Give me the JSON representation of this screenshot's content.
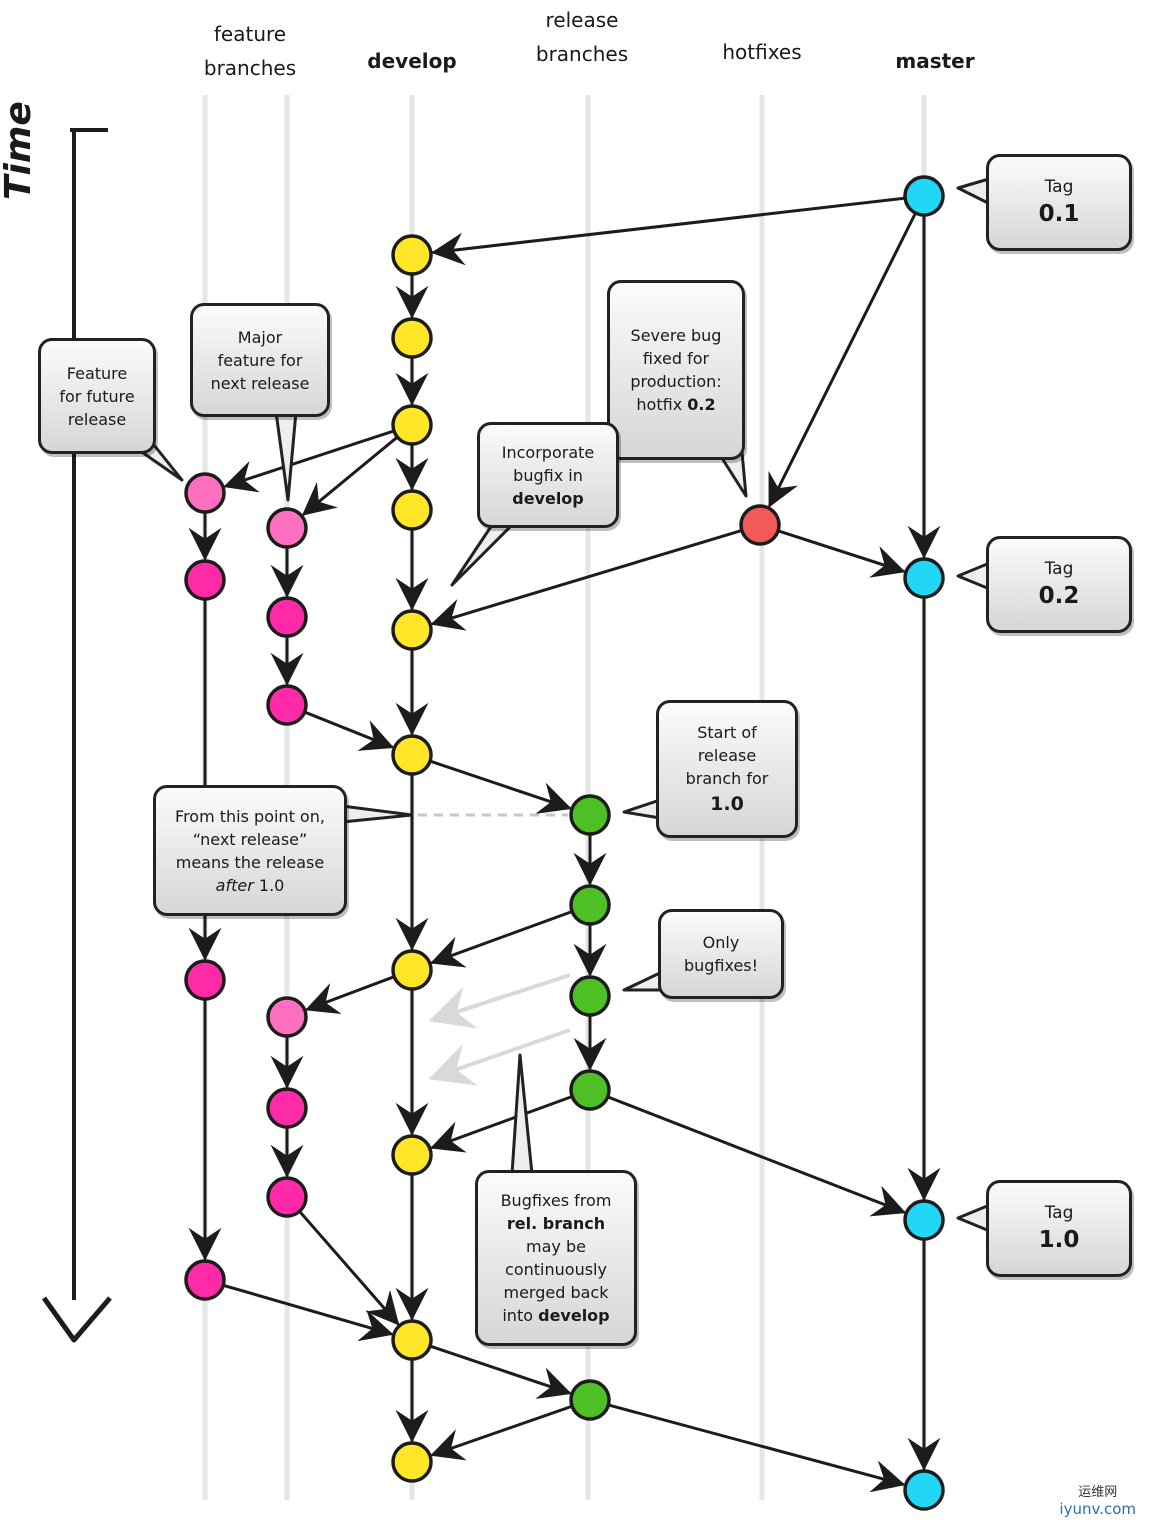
{
  "columns": {
    "feature": [
      "feature",
      "branches"
    ],
    "develop": "develop",
    "release": [
      "release",
      "branches"
    ],
    "hotfixes": "hotfixes",
    "master": "master"
  },
  "time_label": "Time",
  "callouts": {
    "tag_01": {
      "line1": "Tag",
      "line2": "0.1"
    },
    "tag_02": {
      "line1": "Tag",
      "line2": "0.2"
    },
    "tag_10": {
      "line1": "Tag",
      "line2": "1.0"
    },
    "feature_future": [
      "Feature",
      "for future",
      "release"
    ],
    "major_feature": [
      "Major",
      "feature for",
      "next release"
    ],
    "severe_bug": [
      "Severe bug",
      "fixed for",
      "production:",
      "hotfix",
      "0.2"
    ],
    "incorporate": [
      "Incorporate",
      "bugfix in",
      "develop"
    ],
    "start_release": [
      "Start of",
      "release",
      "branch for",
      "1.0"
    ],
    "from_point": [
      "From this point on,",
      "“next release”",
      "means the release",
      "after",
      "1.0"
    ],
    "only_bugfixes": [
      "Only",
      "bugfixes!"
    ],
    "bugfixes_from": [
      "Bugfixes from",
      "rel. branch",
      "may be",
      "continuously",
      "merged back",
      "into",
      "develop"
    ]
  },
  "colors": {
    "feature": "#ff6fc0",
    "feature_dark": "#ff2aa8",
    "develop": "#ffe626",
    "release": "#4ec025",
    "hotfix": "#f25a5a",
    "master": "#22d7f5",
    "lane": "#e6e6e6",
    "ink": "#1c1c1c"
  },
  "watermark": {
    "cn": "运维网",
    "en": "iyunv.com"
  }
}
